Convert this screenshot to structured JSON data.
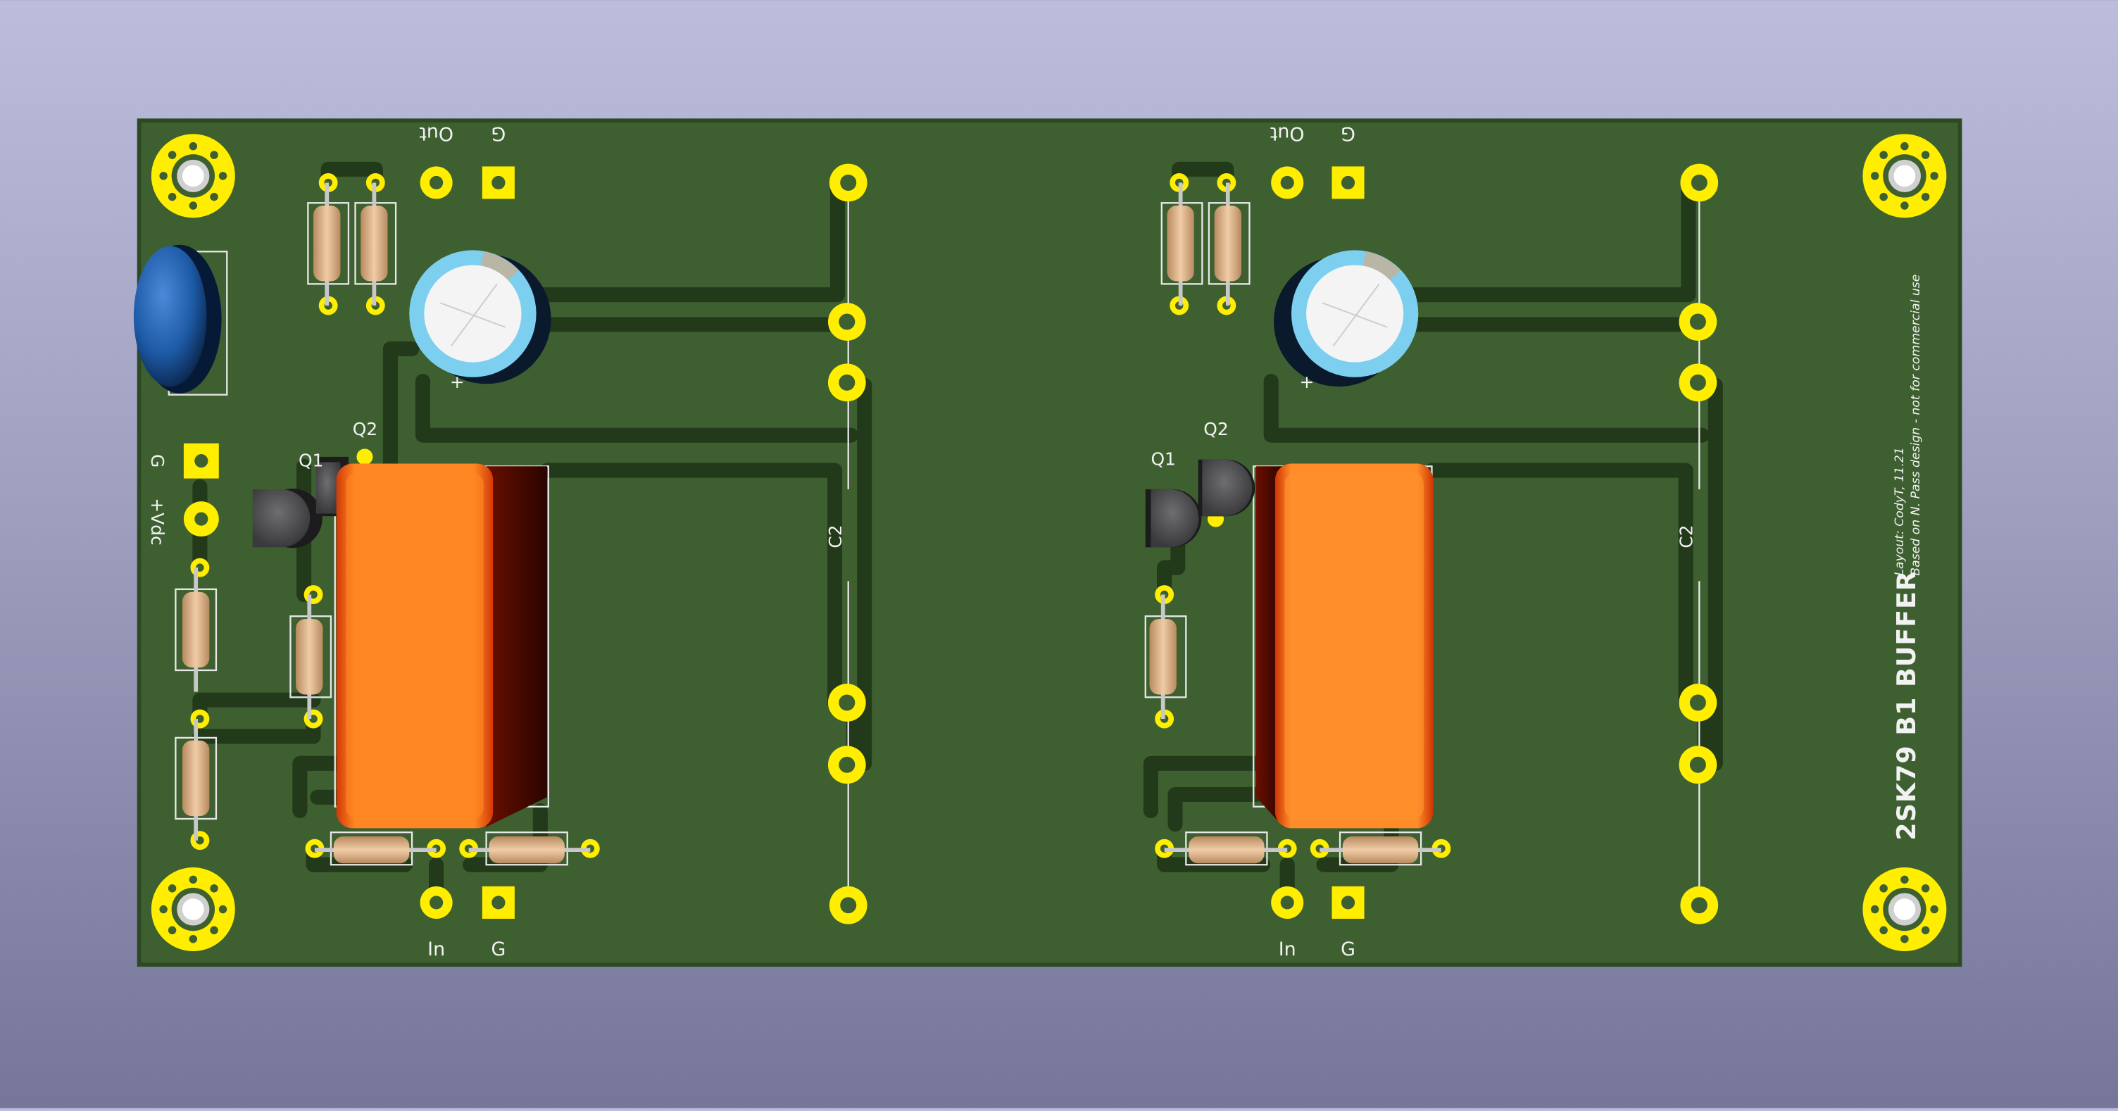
{
  "board": {
    "title": "2SK79  B1  BUFFER",
    "credit_line1": "Layout: CodyT, 11.21",
    "credit_line2": "Based on N. Pass design - not for commercial use",
    "power_labels": {
      "ground": "G",
      "supply": "+Vdc"
    },
    "channels": [
      {
        "out_label": "Out",
        "out_ground": "G",
        "in_label": "In",
        "in_ground": "G",
        "q1": "Q1",
        "q2": "Q2",
        "cap_ref": "C2",
        "cap_polarity": "+"
      },
      {
        "out_label": "Out",
        "out_ground": "G",
        "in_label": "In",
        "in_ground": "G",
        "q1": "Q1",
        "q2": "Q2",
        "cap_ref": "C2",
        "cap_polarity": "+"
      }
    ]
  },
  "colors": {
    "pcb": "#3e6030",
    "pcb_edge": "#2c4a22",
    "trace": "#25401c",
    "pad": "#ffee00",
    "silkscreen": "#f2f2f2",
    "film_cap": "#ff8c22",
    "electrolytic": "#7fd0f2",
    "disc_cap": "#1c5ea8",
    "transistor": "#58585a",
    "resistor": "#e2b890"
  }
}
